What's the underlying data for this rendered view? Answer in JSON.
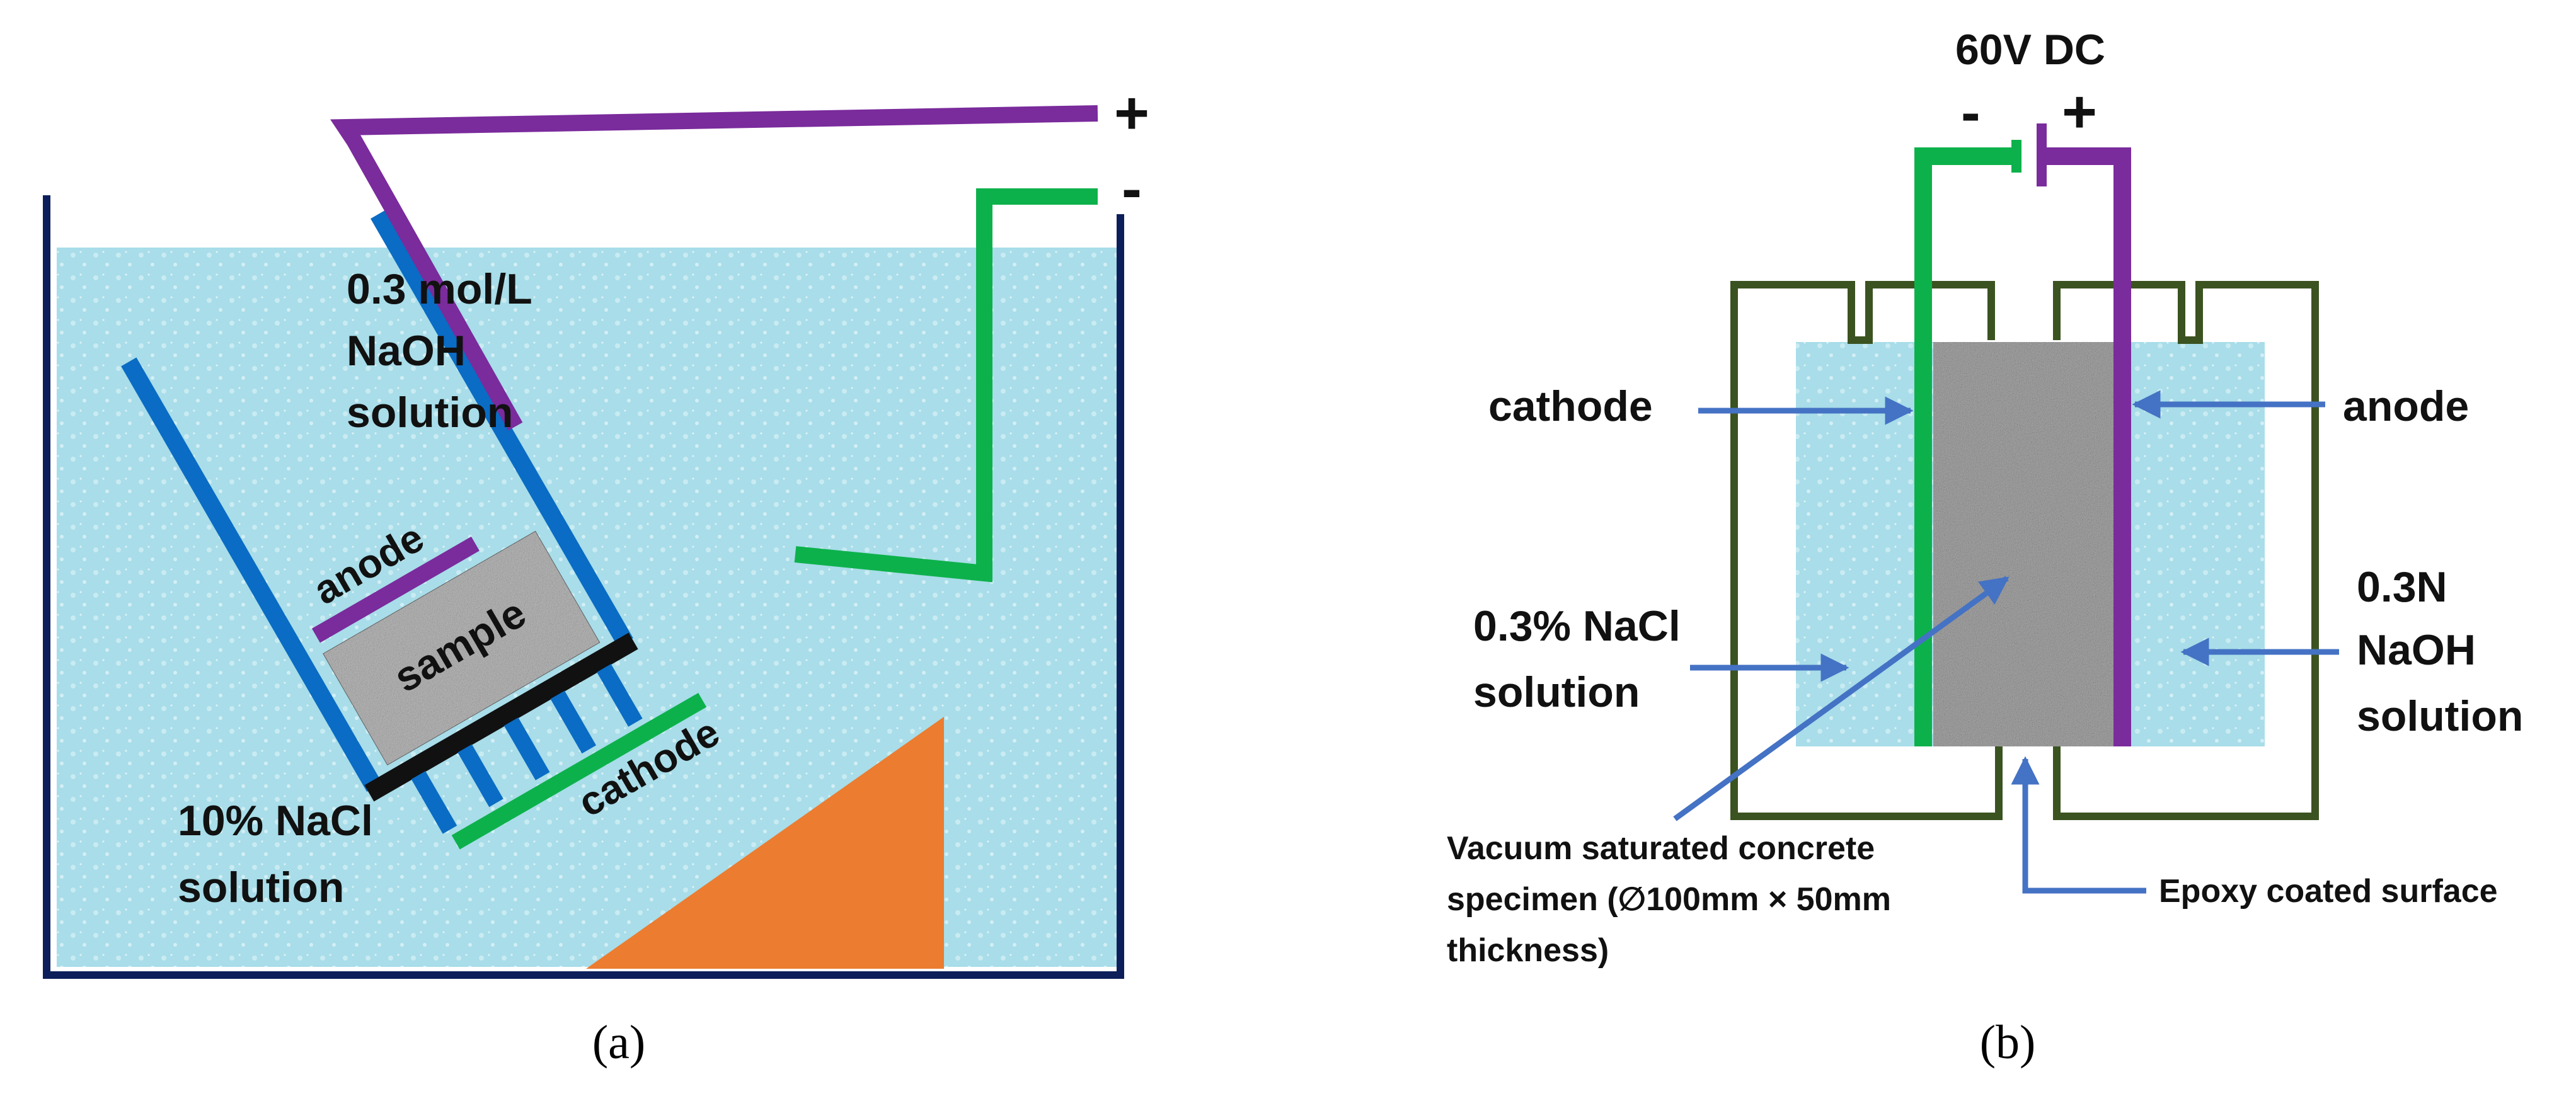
{
  "colors": {
    "solution": "#a8dde9",
    "solution_dots": "#d7f1f7",
    "tank_border": "#0c1f5a",
    "cell_wall": "#0a6cc4",
    "anode": "#7a2b9c",
    "cathode": "#0db14b",
    "mesh": "#111111",
    "wedge": "#ec7c30",
    "sample": "#bdbdbd",
    "cell_frame": "#3b5320",
    "arrow": "#4472c4",
    "text": "#111111"
  },
  "panel_a": {
    "plus_sign": "+",
    "minus_sign": "-",
    "naoh_line1": "0.3 mol/L",
    "naoh_line2": "NaOH",
    "naoh_line3": "solution",
    "anode_label": "anode",
    "sample_label": "sample",
    "cathode_label": "cathode",
    "nacl_line1": "10% NaCl",
    "nacl_line2": "solution",
    "caption": "(a)"
  },
  "panel_b": {
    "power_label": "60V DC",
    "minus_sign": "-",
    "plus_sign": "+",
    "cathode_label": "cathode",
    "anode_label": "anode",
    "nacl_line1": "0.3% NaCl",
    "nacl_line2": "solution",
    "naoh_line1": "0.3N",
    "naoh_line2": "NaOH",
    "naoh_line3": "solution",
    "specimen_line1": "Vacuum saturated concrete",
    "specimen_line2": "specimen (∅100mm × 50mm",
    "specimen_line3": "thickness)",
    "epoxy_label": "Epoxy coated surface",
    "caption": "(b)"
  }
}
